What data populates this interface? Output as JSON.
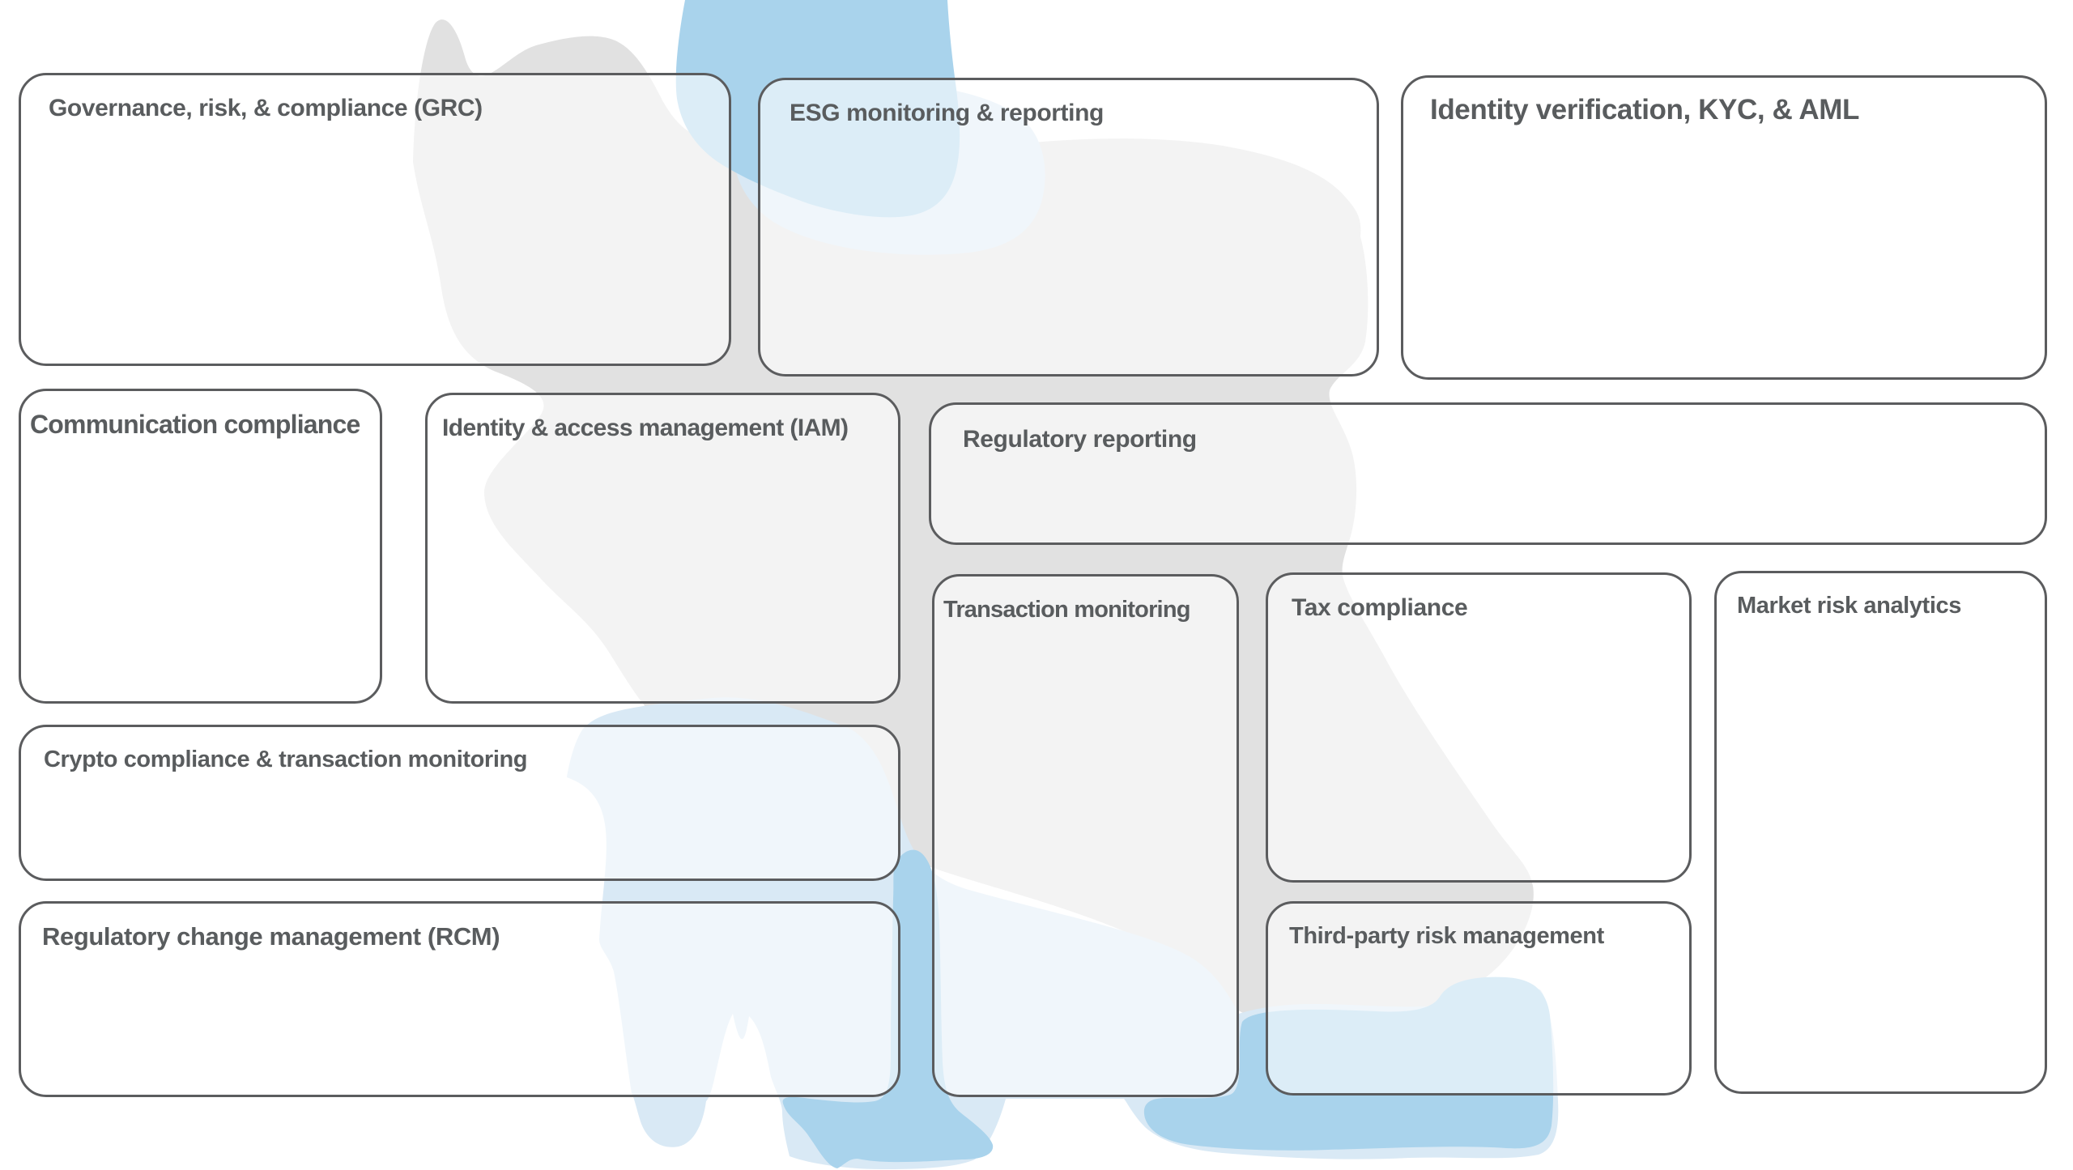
{
  "palette": {
    "land": "#e1e1e1",
    "water_medium": "#a9d3ec",
    "water_pale": "#d9e9f5",
    "box_border": "#5b5c5e",
    "title_text": "#595c5e",
    "page_bg": "#ffffff"
  },
  "diagram": {
    "type": "category-map-infographic",
    "background_map": {
      "landmass": "country landmass silhouette (light gray watercolor)",
      "sea_north": "sea area at top (blue watercolor)",
      "sea_south": "sea area at bottom (blue watercolor)"
    },
    "categories": [
      {
        "id": "grc",
        "label": "Governance, risk, & compliance (GRC)"
      },
      {
        "id": "esg",
        "label": "ESG monitoring & reporting"
      },
      {
        "id": "kyc",
        "label": "Identity verification, KYC, & AML"
      },
      {
        "id": "communication",
        "label": "Communication compliance"
      },
      {
        "id": "iam",
        "label": "Identity & access management (IAM)"
      },
      {
        "id": "regulatory-reporting",
        "label": "Regulatory reporting"
      },
      {
        "id": "transaction-monitoring",
        "label": "Transaction monitoring"
      },
      {
        "id": "tax",
        "label": "Tax compliance"
      },
      {
        "id": "market-risk",
        "label": "Market risk analytics"
      },
      {
        "id": "crypto",
        "label": "Crypto compliance & transaction monitoring"
      },
      {
        "id": "rcm",
        "label": "Regulatory change management (RCM)"
      },
      {
        "id": "third-party",
        "label": "Third-party risk management"
      }
    ]
  }
}
